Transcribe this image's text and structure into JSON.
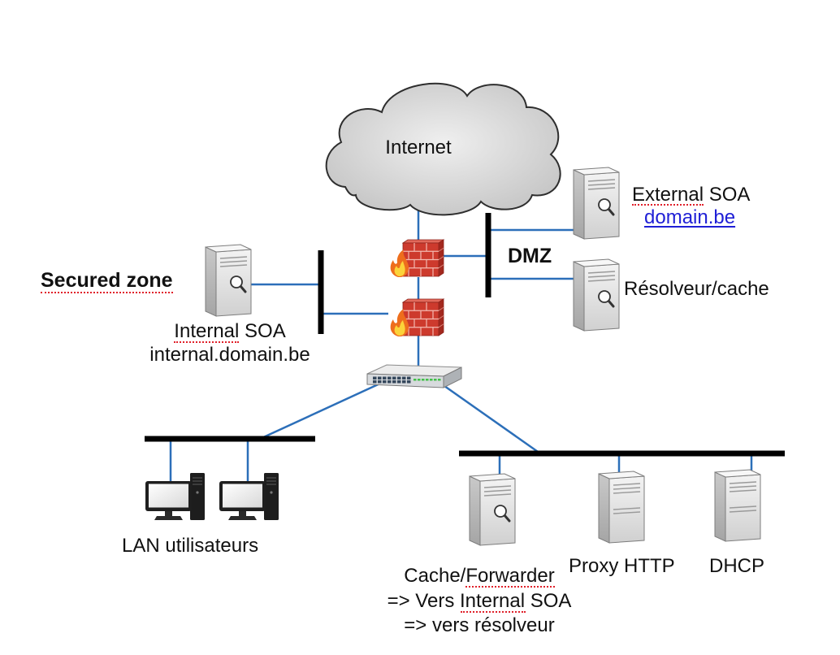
{
  "diagram": {
    "internet": {
      "label": "Internet",
      "icon": "cloud-icon"
    },
    "dmz": {
      "label": "DMZ"
    },
    "secured_zone": {
      "label": "Secured zone"
    },
    "external_soa": {
      "title": "External SOA",
      "link": "domain.be",
      "icon": "server-search-icon"
    },
    "resolver": {
      "title": "Résolveur/cache",
      "icon": "server-search-icon"
    },
    "internal_soa": {
      "title": "Internal SOA",
      "domain": "internal.domain.be",
      "icon": "server-search-icon"
    },
    "lan": {
      "title": "LAN utilisateurs",
      "icon": "desktop-computer-icon"
    },
    "cache_forwarder": {
      "lines": [
        "Cache/Forwarder",
        "=> Vers Internal SOA",
        "=> vers résolveur"
      ],
      "icon": "server-search-icon"
    },
    "proxy": {
      "title": "Proxy HTTP",
      "icon": "server-icon"
    },
    "dhcp": {
      "title": "DHCP",
      "icon": "server-icon"
    },
    "firewalls": {
      "icon": "firewall-icon"
    },
    "switch": {
      "icon": "network-switch-icon"
    }
  },
  "colors": {
    "background": "#ffffff",
    "link_line": "#2c6fb9",
    "segment_bar": "#000000",
    "hyperlink": "#1f1fd6",
    "spellcheck": "#e0202a",
    "text": "#111111"
  }
}
